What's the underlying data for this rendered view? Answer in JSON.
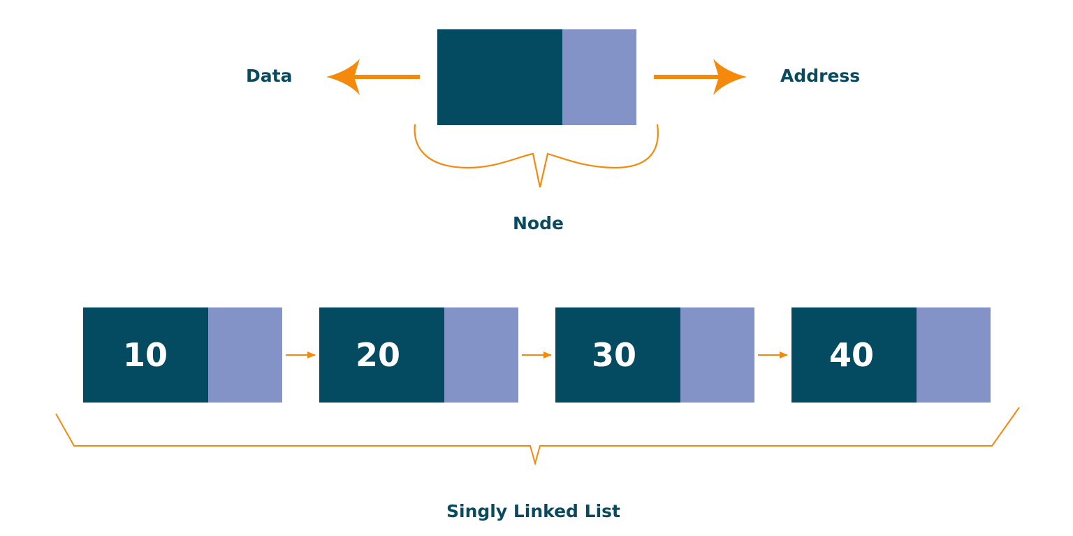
{
  "colors": {
    "data_box": "#044a60",
    "address_box": "#8493c7",
    "accent": "#f5890b",
    "label_text": "#0a4a60",
    "value_text": "#ffffff"
  },
  "node_diagram": {
    "data_label": "Data",
    "address_label": "Address",
    "node_label": "Node"
  },
  "linked_list": {
    "values": [
      "10",
      "20",
      "30",
      "40"
    ],
    "caption": "Singly Linked List"
  }
}
